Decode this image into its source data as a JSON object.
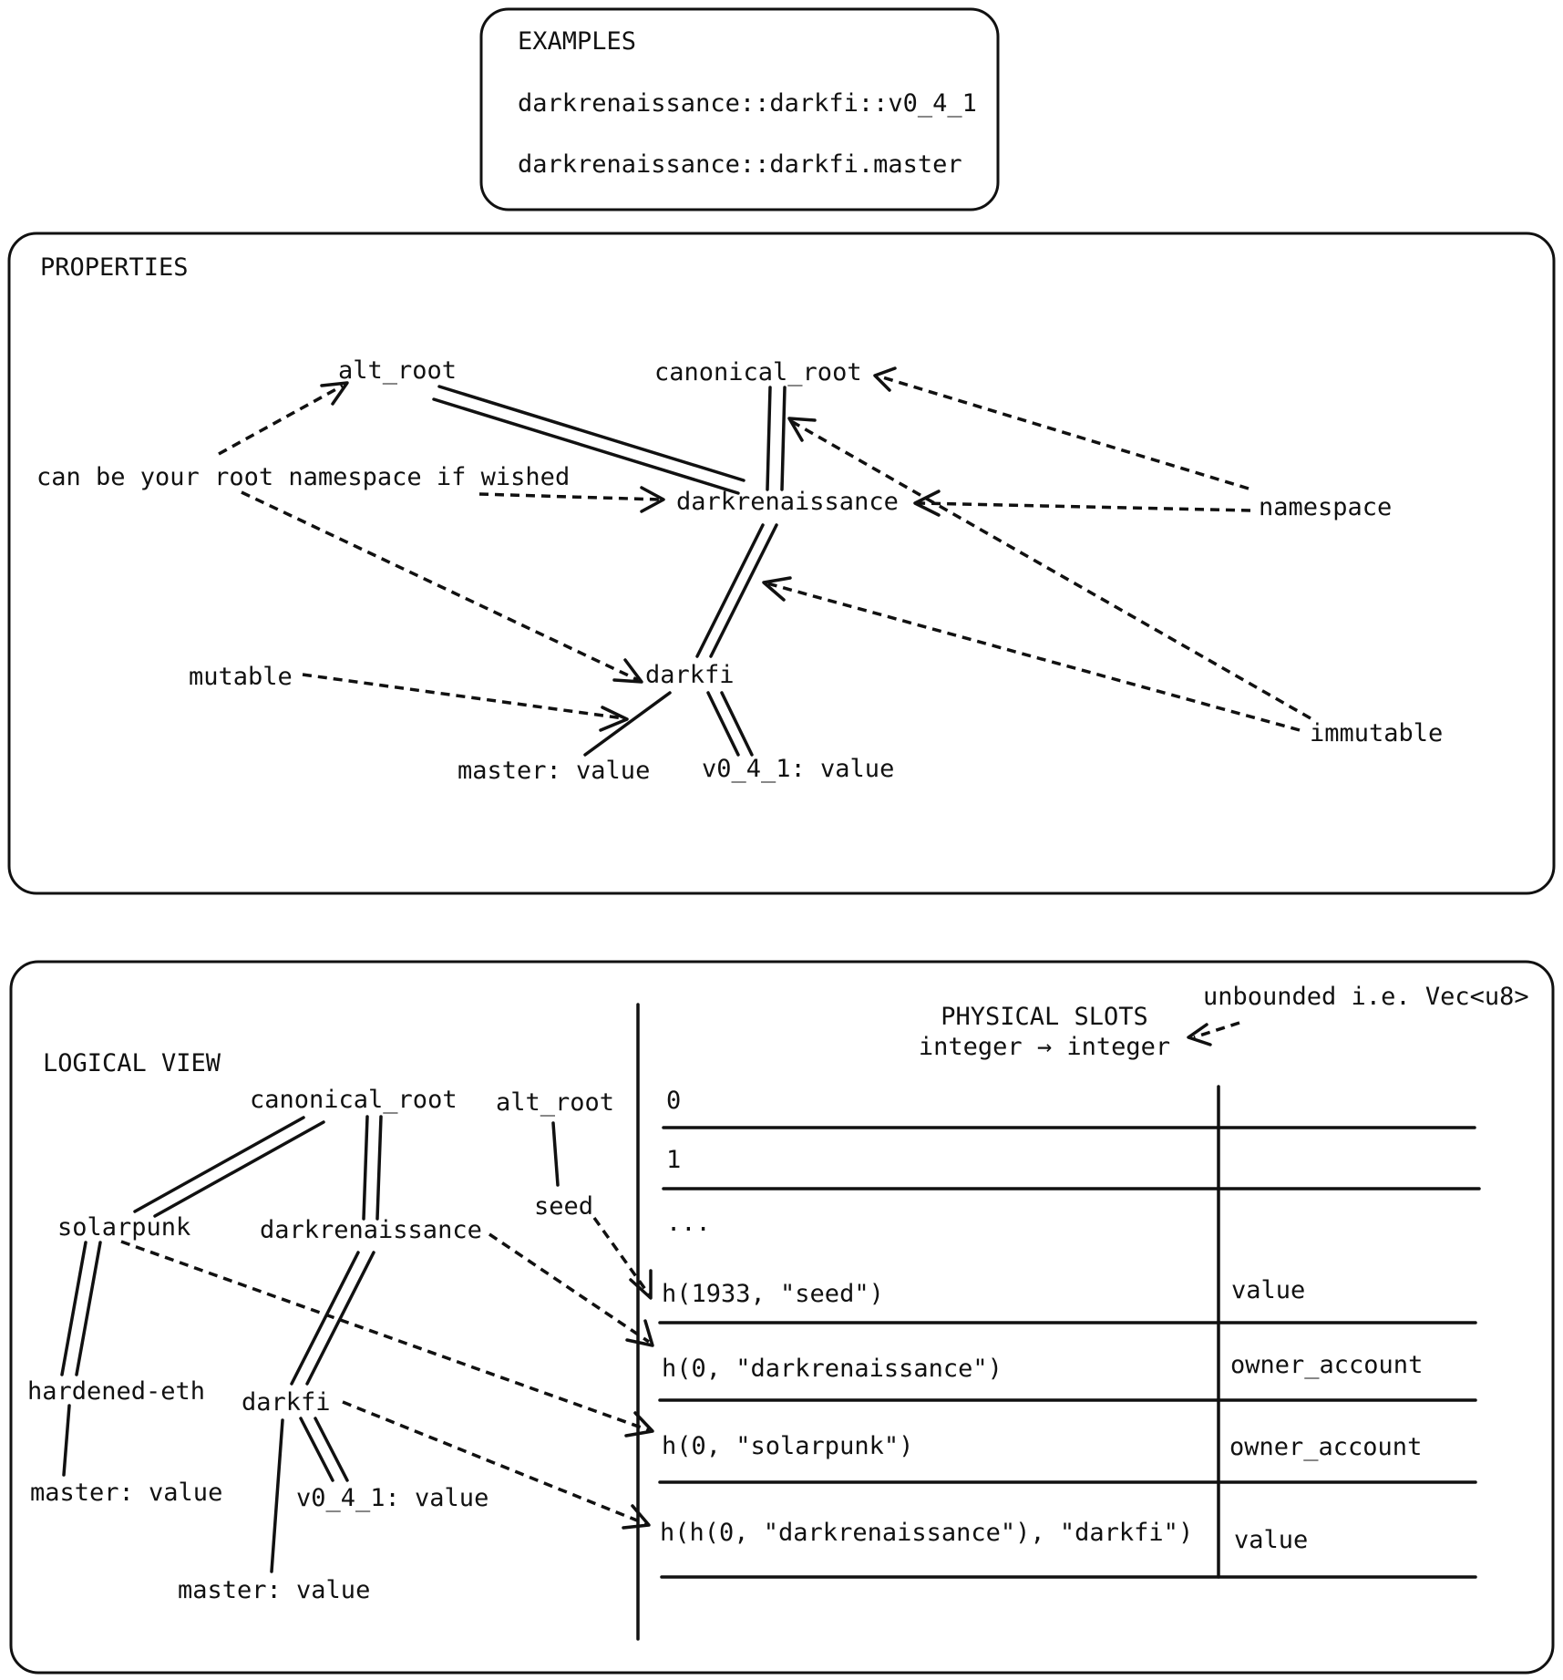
{
  "examples": {
    "title": "EXAMPLES",
    "lines": [
      "darkrenaissance::darkfi::v0_4_1",
      "darkrenaissance::darkfi.master"
    ]
  },
  "properties": {
    "title": "PROPERTIES",
    "nodes": {
      "alt_root": "alt_root",
      "canonical_root": "canonical_root",
      "darkrenaissance": "darkrenaissance",
      "darkfi": "darkfi",
      "master": "master: value",
      "v0_4_1": "v0_4_1: value"
    },
    "annotations": {
      "root_ns": "can be your root namespace if wished",
      "namespace": "namespace",
      "mutable": "mutable",
      "immutable": "immutable"
    }
  },
  "logical_view": {
    "title": "LOGICAL VIEW",
    "nodes": {
      "canonical_root": "canonical_root",
      "alt_root": "alt_root",
      "seed": "seed",
      "solarpunk": "solarpunk",
      "darkrenaissance": "darkrenaissance",
      "hardened_eth": "hardened-eth",
      "darkfi": "darkfi",
      "master_left": "master: value",
      "v0_4_1": "v0_4_1: value",
      "master_darkfi": "master: value"
    }
  },
  "physical_slots": {
    "title": "PHYSICAL SLOTS",
    "subtitle": "integer → integer",
    "note": "unbounded i.e. Vec<u8>",
    "rows": [
      {
        "key": "0",
        "value": ""
      },
      {
        "key": "1",
        "value": ""
      },
      {
        "key": "...",
        "value": ""
      },
      {
        "key": "h(1933, \"seed\")",
        "value": "value"
      },
      {
        "key": "h(0, \"darkrenaissance\")",
        "value": "owner_account"
      },
      {
        "key": "h(0, \"solarpunk\")",
        "value": "owner_account"
      },
      {
        "key": "h(h(0, \"darkrenaissance\"), \"darkfi\")",
        "value": "value"
      }
    ]
  }
}
